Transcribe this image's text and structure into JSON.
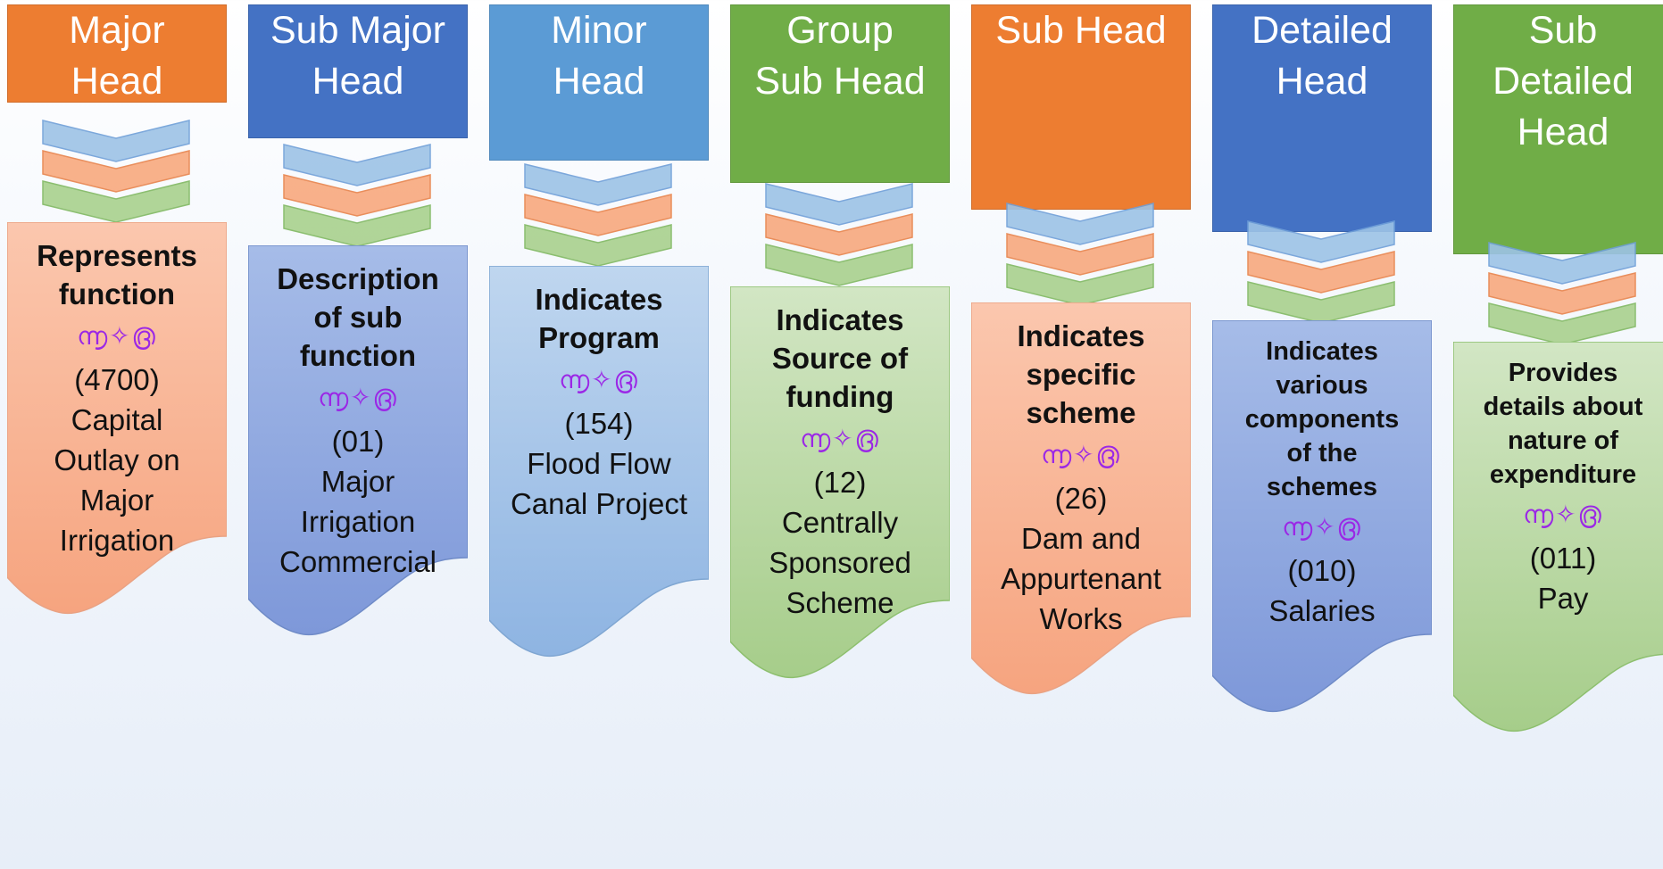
{
  "colors": {
    "orange": "#ED7D31",
    "blue": "#4472C4",
    "light_blue": "#5B9BD5",
    "green": "#70AD47",
    "ornament": "#9B27E6"
  },
  "columns": [
    {
      "head": [
        "Major",
        "Head"
      ],
      "description": [
        "Represents",
        "function"
      ],
      "ornament": "൬✧൫",
      "code": "(4700)",
      "name": [
        "Capital",
        "Outlay on",
        "Major",
        "Irrigation"
      ]
    },
    {
      "head": [
        "Sub Major",
        "Head"
      ],
      "description": [
        "Description",
        "of sub",
        "function"
      ],
      "ornament": "൬✧൫",
      "code": "(01)",
      "name": [
        "Major",
        "Irrigation",
        "Commercial"
      ]
    },
    {
      "head": [
        "Minor",
        "Head"
      ],
      "description": [
        "Indicates",
        "Program"
      ],
      "ornament": "൬✧൫",
      "code": "(154)",
      "name": [
        "Flood Flow",
        "Canal Project"
      ]
    },
    {
      "head": [
        "Group",
        "Sub Head"
      ],
      "description": [
        "Indicates",
        "Source of",
        "funding"
      ],
      "ornament": "൬✧൫",
      "code": "(12)",
      "name": [
        "Centrally",
        "Sponsored",
        "Scheme"
      ]
    },
    {
      "head": [
        "Sub Head"
      ],
      "description": [
        "Indicates",
        "specific",
        "scheme"
      ],
      "ornament": "൬✧൫",
      "code": "(26)",
      "name": [
        "Dam and",
        "Appurtenant",
        "Works"
      ]
    },
    {
      "head": [
        "Detailed",
        "Head"
      ],
      "description": [
        "Indicates",
        "various",
        "components",
        "of the",
        "schemes"
      ],
      "ornament": "൬✧൫",
      "code": "(010)",
      "name": [
        "Salaries"
      ]
    },
    {
      "head": [
        "Sub",
        "Detailed",
        "Head"
      ],
      "description": [
        "Provides",
        "details about",
        "nature of",
        "expenditure"
      ],
      "ornament": "൬✧൫",
      "code": "(011)",
      "name": [
        "Pay"
      ]
    }
  ]
}
